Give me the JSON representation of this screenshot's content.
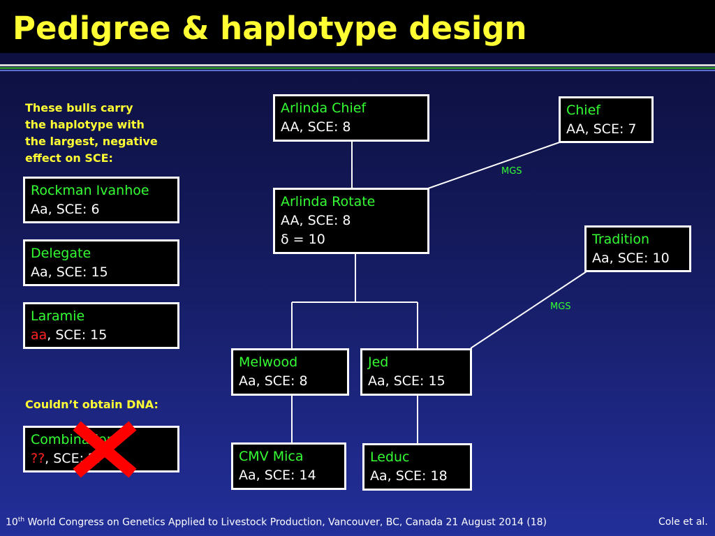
{
  "title": "Pedigree & haplotype design",
  "notes": {
    "carriers_lines": [
      "These bulls carry",
      "the haplotype with",
      "the largest, negative",
      "effect on SCE:"
    ],
    "no_dna": "Couldn’t obtain DNA:"
  },
  "bulls": {
    "rockman": {
      "name": "Rockman Ivanhoe",
      "geno": "Aa",
      "sce": ", SCE: 6"
    },
    "delegate": {
      "name": "Delegate",
      "geno": "Aa",
      "sce": ", SCE: 15"
    },
    "laramie": {
      "name": "Laramie",
      "geno": "aa",
      "sce": ", SCE: 15"
    },
    "combination": {
      "name": "Combination",
      "geno": "??",
      "sce": ", SCE: ??"
    },
    "arlinda_chief": {
      "name": "Arlinda Chief",
      "geno": "AA",
      "sce": ", SCE: 8"
    },
    "chief": {
      "name": "Chief",
      "geno": "AA",
      "sce": ", SCE: 7"
    },
    "arlinda_rotate": {
      "name": "Arlinda Rotate",
      "geno": "AA",
      "sce": ", SCE: 8",
      "extra": "δ = 10"
    },
    "tradition": {
      "name": "Tradition",
      "geno": "Aa",
      "sce": ", SCE: 10"
    },
    "melwood": {
      "name": "Melwood",
      "geno": "Aa",
      "sce": ", SCE: 8"
    },
    "jed": {
      "name": "Jed",
      "geno": "Aa",
      "sce": ", SCE: 15"
    },
    "cmv_mica": {
      "name": "CMV Mica",
      "geno": "Aa",
      "sce": ", SCE: 14"
    },
    "leduc": {
      "name": "Leduc",
      "geno": "Aa",
      "sce": ", SCE: 18"
    }
  },
  "mgs_labels": [
    "MGS",
    "MGS"
  ],
  "footer": {
    "ordinal_num": "10",
    "ordinal_suffix": "th",
    "text": " World Congress on Genetics Applied to Livestock Production, Vancouver, BC, Canada 21 August 2014 (18)",
    "author": "Cole et al."
  },
  "colors": {
    "title": "#ffff33",
    "bull_name": "#33ff33",
    "recessive": "#ff2222",
    "cross": "#ff0000"
  }
}
